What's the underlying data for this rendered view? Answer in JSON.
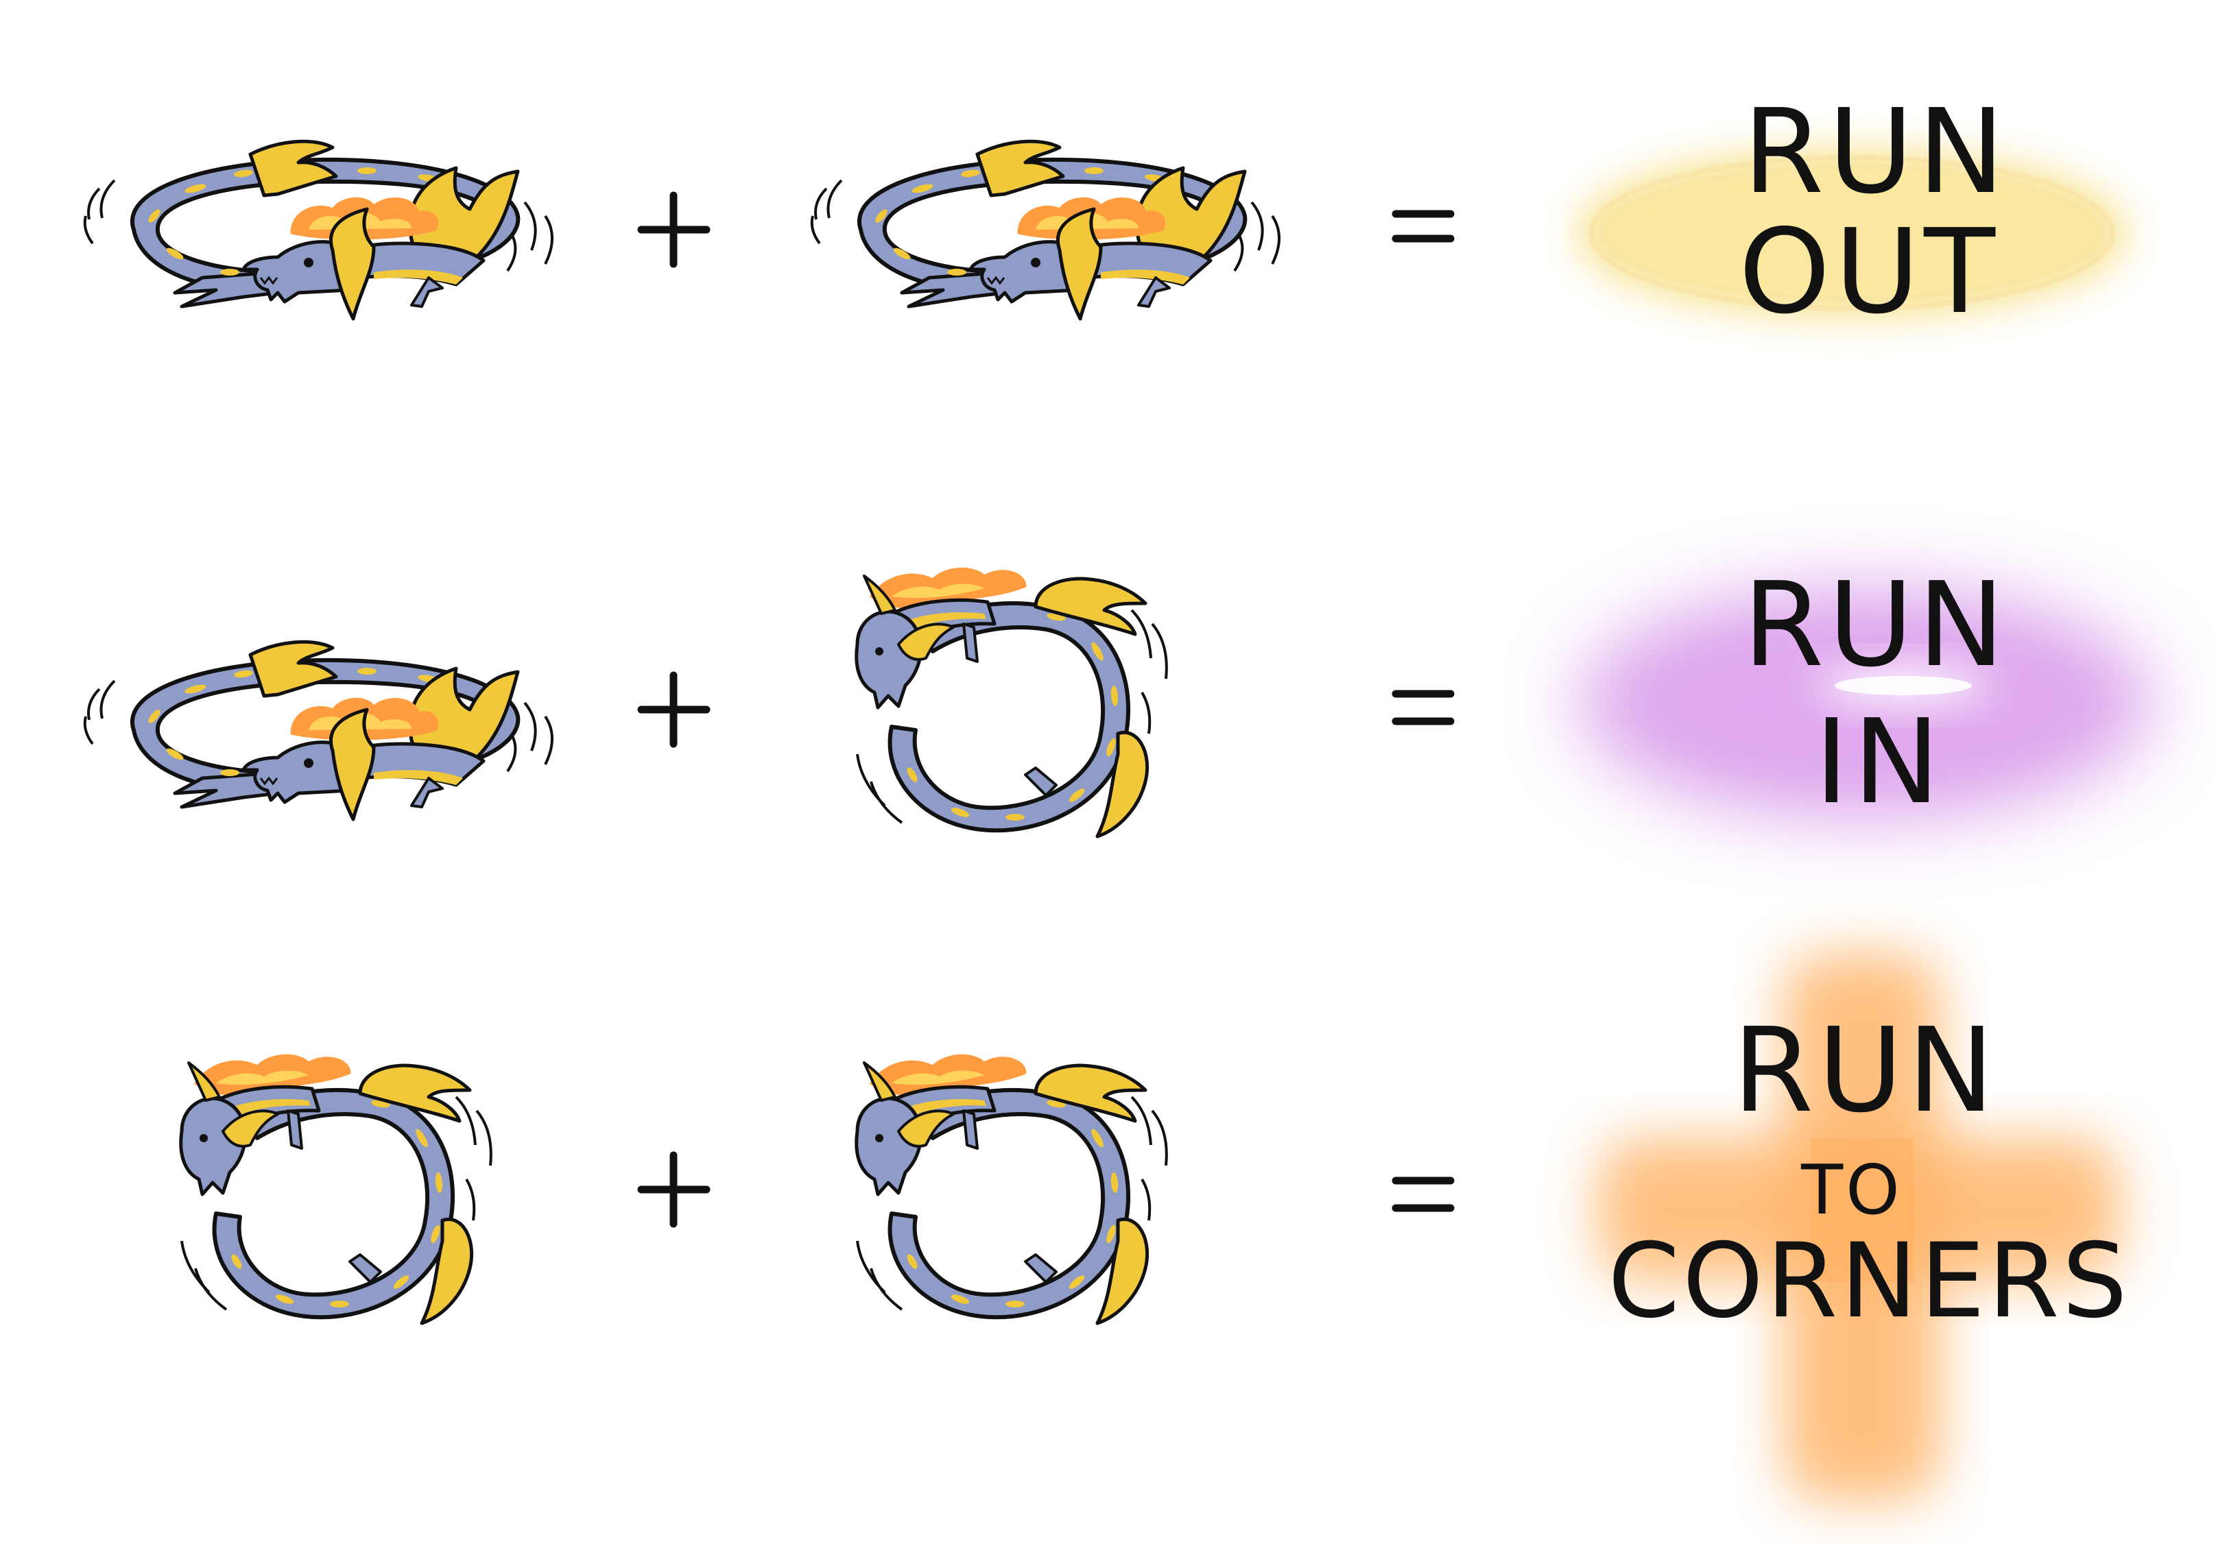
{
  "equations": [
    {
      "left": "dragon-horizontal",
      "right": "dragon-horizontal",
      "plus": "+",
      "equals": "=",
      "result": [
        "RUN",
        "OUT"
      ],
      "glow_shape": "ellipse",
      "glow_color": "#f8e08a"
    },
    {
      "left": "dragon-horizontal",
      "right": "dragon-vertical",
      "plus": "+",
      "equals": "=",
      "result": [
        "RUN",
        "IN"
      ],
      "glow_shape": "ellipse",
      "glow_color": "#d58ae8"
    },
    {
      "left": "dragon-vertical",
      "right": "dragon-vertical",
      "plus": "+",
      "equals": "=",
      "result": [
        "RUN",
        "TO",
        "CORNERS"
      ],
      "glow_shape": "cross",
      "glow_color": "#ffb468"
    }
  ],
  "colors": {
    "dragon_body": "#8f9cc8",
    "dragon_accent": "#f1c83a",
    "flame_outer": "#ff9c40",
    "flame_inner": "#ffd35a",
    "ink": "#111111"
  }
}
